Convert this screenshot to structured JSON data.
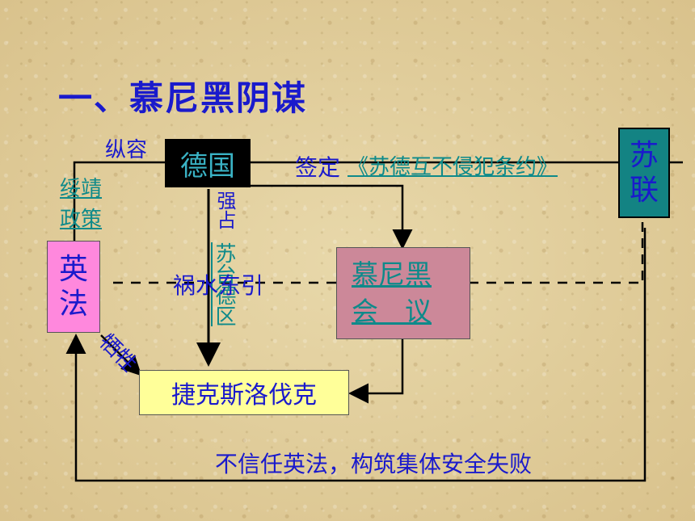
{
  "title": "一、慕尼黑阴谋",
  "nodes": {
    "germany": "德国",
    "soviet": "苏联",
    "britain_france": "英法",
    "munich": "慕尼黑会　议",
    "czech": "捷克斯洛伐克"
  },
  "labels": {
    "indulge": "纵容",
    "appeasement": "绥靖政策",
    "sign": "签定",
    "pact": "《苏德互不侵犯条约》",
    "occupy": "强占",
    "sudeten": "苏台德区",
    "divert": "祸水东引",
    "sacrifice": "牺牲",
    "distrust": "不信任英法，构筑集体安全失败"
  },
  "colors": {
    "germany_bg": "#000000",
    "soviet_bg": "#138383",
    "britain_france_bg": "#ff88dd",
    "munich_bg": "#cc8899",
    "czech_bg": "#ffff99",
    "text_blue": "#1a1acc",
    "link_teal": "#0e8a8a"
  }
}
